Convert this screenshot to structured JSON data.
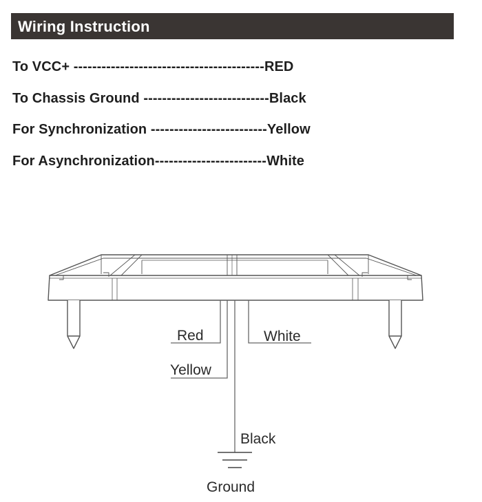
{
  "header": {
    "title": "Wiring Instruction"
  },
  "wiring": [
    {
      "label": "To VCC+ ",
      "dashes": "-----------------------------------------",
      "color": "RED"
    },
    {
      "label": "To Chassis Ground ",
      "dashes": "---------------------------",
      "color": "Black"
    },
    {
      "label": "For Synchronization ",
      "dashes": "-------------------------",
      "color": "Yellow"
    },
    {
      "label": "For Asynchronization",
      "dashes": "------------------------",
      "color": "White"
    }
  ],
  "diagram": {
    "wire_labels": {
      "red": "Red",
      "white": "White",
      "yellow": "Yellow",
      "black": "Black"
    },
    "ground_label": "Ground"
  }
}
